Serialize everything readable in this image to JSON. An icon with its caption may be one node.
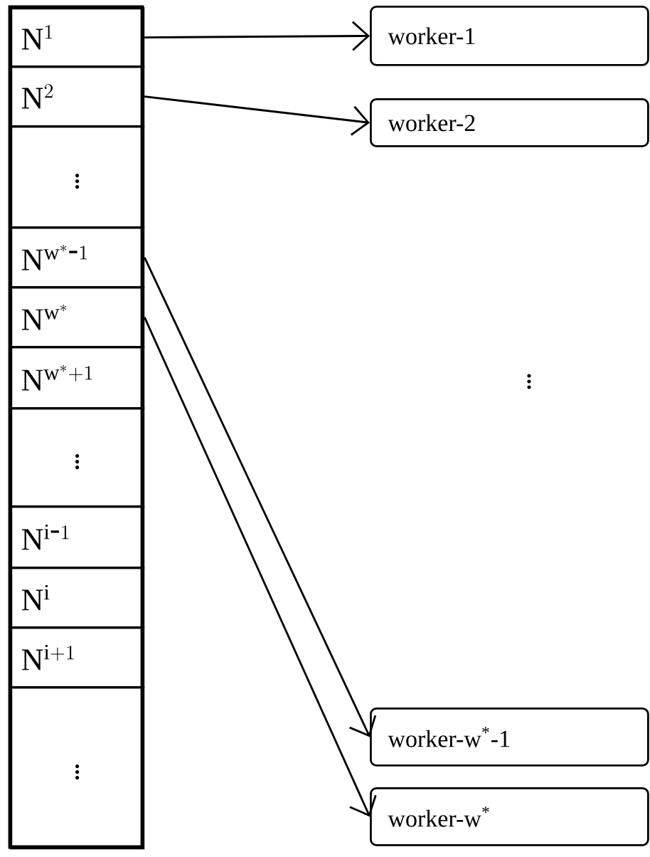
{
  "diagram": {
    "nodes": [
      {
        "text": [
          "\\mathrm{N}^{1}"
        ]
      },
      {
        "text": [
          "\\mathrm{N}^{2}"
        ]
      },
      {
        "text": [
          "\\vdots"
        ]
      },
      {
        "text": [
          "\\mathrm{N}^{\\mathrm{w}^{*}\\textrm{-}1}"
        ]
      },
      {
        "text": [
          "\\mathrm{N}^{\\mathrm{w}^{*}}"
        ]
      },
      {
        "text": [
          "\\mathrm{N}^{\\mathrm{w}^{*}+1}"
        ]
      },
      {
        "text": [
          "\\vdots"
        ]
      },
      {
        "text": [
          "\\mathrm{N}^{\\mathrm{i}\\textrm{-}1}"
        ]
      },
      {
        "text": [
          "\\mathrm{N}^{\\mathrm{i}}"
        ]
      },
      {
        "text": [
          "\\mathrm{N}^{\\mathrm{i}+1}"
        ]
      },
      {
        "text": [
          "\\vdots"
        ]
      },
      {
        "text": [
          "worker-1"
        ]
      },
      {
        "text": [
          "worker-2"
        ]
      },
      {
        "text": [
          "worker-w$^{*}$-1"
        ]
      },
      {
        "text": [
          "worker-w$^{*}$"
        ]
      }
    ],
    "edges": [
      {
        "from": 0,
        "to": 11,
        "arrow": "to"
      },
      {
        "from": 1,
        "to": 12,
        "arrow": "to"
      },
      {
        "from": 3,
        "to": 13,
        "arrow": "to"
      },
      {
        "from": 4,
        "to": 14,
        "arrow": "to"
      }
    ],
    "labels": [
      "\\vdots"
    ]
  }
}
